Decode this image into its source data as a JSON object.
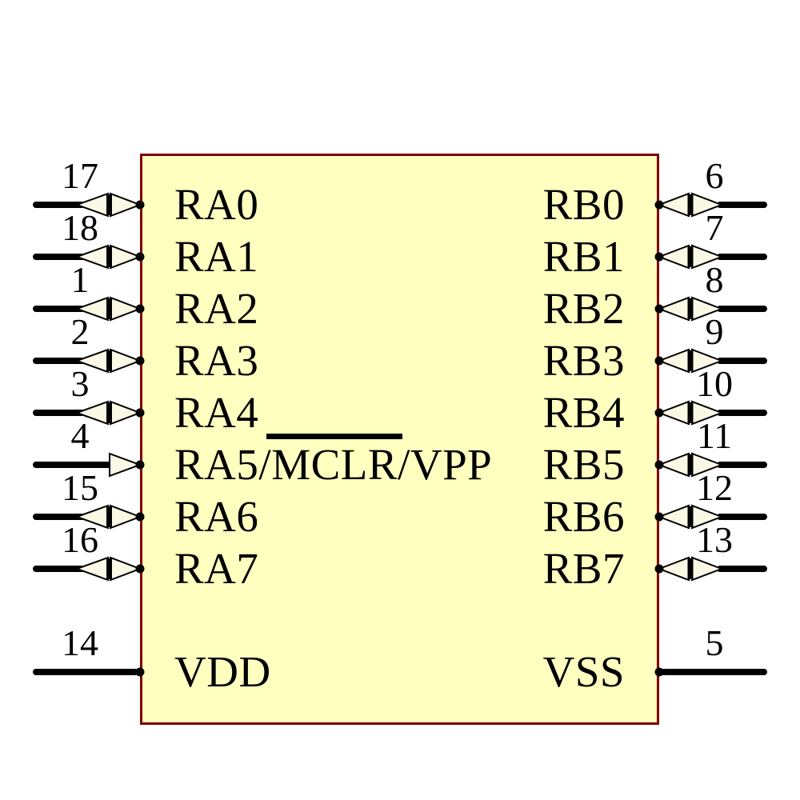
{
  "colors": {
    "canvas_bg": "#FFFFFF",
    "body_fill": "#FFFFC0",
    "body_border": "#800000",
    "arrow_fill": "#FCF8E6",
    "wire": "#000000",
    "text": "#000000"
  },
  "component": {
    "left_pins": [
      {
        "number": "17",
        "label": "RA0",
        "direction": "bidirectional"
      },
      {
        "number": "18",
        "label": "RA1",
        "direction": "bidirectional"
      },
      {
        "number": "1",
        "label": "RA2",
        "direction": "bidirectional"
      },
      {
        "number": "2",
        "label": "RA3",
        "direction": "bidirectional"
      },
      {
        "number": "3",
        "label": "RA4",
        "direction": "bidirectional"
      },
      {
        "number": "4",
        "label_prefix": "RA5/",
        "label_overline": "MCLR",
        "label_suffix": "/VPP",
        "direction": "input"
      },
      {
        "number": "15",
        "label": "RA6",
        "direction": "bidirectional"
      },
      {
        "number": "16",
        "label": "RA7",
        "direction": "bidirectional"
      },
      {
        "number": "14",
        "label": "VDD",
        "direction": "passive"
      }
    ],
    "right_pins": [
      {
        "number": "6",
        "label": "RB0",
        "direction": "bidirectional"
      },
      {
        "number": "7",
        "label": "RB1",
        "direction": "bidirectional"
      },
      {
        "number": "8",
        "label": "RB2",
        "direction": "bidirectional"
      },
      {
        "number": "9",
        "label": "RB3",
        "direction": "bidirectional"
      },
      {
        "number": "10",
        "label": "RB4",
        "direction": "bidirectional"
      },
      {
        "number": "11",
        "label": "RB5",
        "direction": "bidirectional"
      },
      {
        "number": "12",
        "label": "RB6",
        "direction": "bidirectional"
      },
      {
        "number": "13",
        "label": "RB7",
        "direction": "bidirectional"
      },
      {
        "number": "5",
        "label": "VSS",
        "direction": "passive"
      }
    ]
  }
}
